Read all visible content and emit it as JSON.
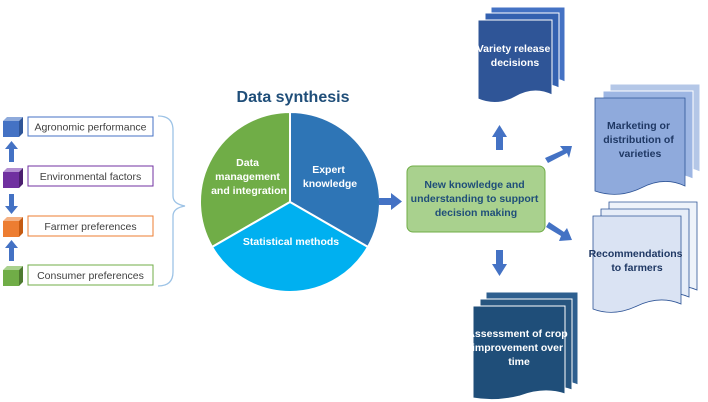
{
  "title": "Data synthesis",
  "inputs": [
    {
      "label": "Agronomic performance",
      "color": "#4472c4"
    },
    {
      "label": "Environmental factors",
      "color": "#7030a0"
    },
    {
      "label": "Farmer preferences",
      "color": "#ed7d31"
    },
    {
      "label": "Consumer preferences",
      "color": "#70ad47"
    }
  ],
  "pie": {
    "segments": [
      {
        "lines": [
          "Data",
          "management",
          "and integration"
        ],
        "color": "#70ad47"
      },
      {
        "lines": [
          "Expert",
          "knowledge"
        ],
        "color": "#2e75b6"
      },
      {
        "lines": [
          "Statistical methods"
        ],
        "color": "#00b0f0"
      }
    ]
  },
  "center_box": {
    "lines": [
      "New knowledge and",
      "understanding to support",
      "decision making"
    ],
    "color": "#a9d18e"
  },
  "outputs": {
    "variety_release": {
      "lines": [
        "Variety release",
        "decisions"
      ],
      "color": "#2f5597"
    },
    "marketing": {
      "lines": [
        "Marketing or",
        "distribution of",
        "varieties"
      ],
      "color": "#8faadc"
    },
    "recommendations": {
      "lines": [
        "Recommendations",
        "to farmers"
      ],
      "color": "#dae3f3"
    },
    "assessment": {
      "lines": [
        "Assessment of crop",
        "improvement over",
        "time"
      ],
      "color": "#1f4e79"
    }
  },
  "arrow_color": "#4472c4"
}
